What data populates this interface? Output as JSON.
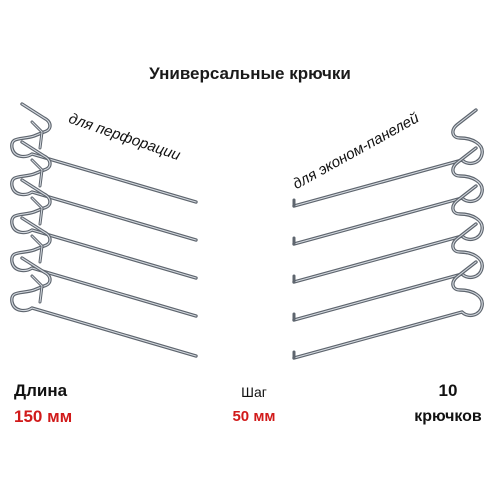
{
  "title": "Универсальные крючки",
  "captions": {
    "left": "для перфорации",
    "right": "для эконом-панелей"
  },
  "specs": {
    "length": {
      "label": "Длина",
      "value": "150 мм"
    },
    "step": {
      "label": "Шаг",
      "value": "50 мм"
    },
    "count": {
      "number": "10",
      "unit": "крючков"
    }
  },
  "colors": {
    "accent": "#d11a1a",
    "metal": "#7d8590"
  }
}
